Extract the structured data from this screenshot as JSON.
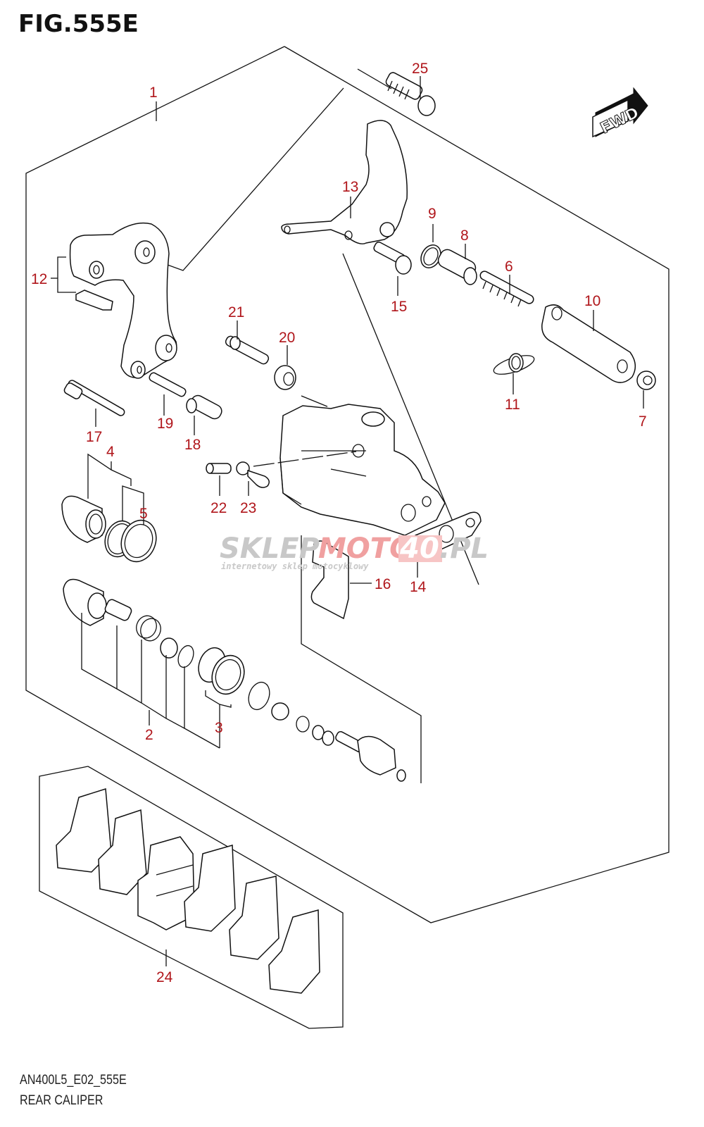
{
  "figure": {
    "title": "FIG.555E",
    "code": "AN400L5_E02_555E",
    "name": "REAR CALIPER"
  },
  "direction_badge": {
    "label": "FWD",
    "icon": "forward-arrow-icon"
  },
  "watermark": {
    "part1": "SKLEP",
    "part2": "MOTO",
    "part3": "4",
    "part4": "0",
    "part5": ".PL",
    "tagline": "internetowy sklep motocyklowy",
    "gray": "#c8c8c8",
    "red": "#f0a0a0"
  },
  "callout_color": "#b0161b",
  "callouts": [
    {
      "id": "1",
      "text": "1"
    },
    {
      "id": "2",
      "text": "2"
    },
    {
      "id": "3",
      "text": "3"
    },
    {
      "id": "4",
      "text": "4"
    },
    {
      "id": "5",
      "text": "5"
    },
    {
      "id": "6",
      "text": "6"
    },
    {
      "id": "7",
      "text": "7"
    },
    {
      "id": "8",
      "text": "8"
    },
    {
      "id": "9",
      "text": "9"
    },
    {
      "id": "10",
      "text": "10"
    },
    {
      "id": "11",
      "text": "11"
    },
    {
      "id": "12",
      "text": "12"
    },
    {
      "id": "13",
      "text": "13"
    },
    {
      "id": "14",
      "text": "14"
    },
    {
      "id": "15",
      "text": "15"
    },
    {
      "id": "16",
      "text": "16"
    },
    {
      "id": "17",
      "text": "17"
    },
    {
      "id": "18",
      "text": "18"
    },
    {
      "id": "19",
      "text": "19"
    },
    {
      "id": "20",
      "text": "20"
    },
    {
      "id": "21",
      "text": "21"
    },
    {
      "id": "22",
      "text": "22"
    },
    {
      "id": "23",
      "text": "23"
    },
    {
      "id": "24",
      "text": "24"
    },
    {
      "id": "25",
      "text": "25"
    }
  ]
}
